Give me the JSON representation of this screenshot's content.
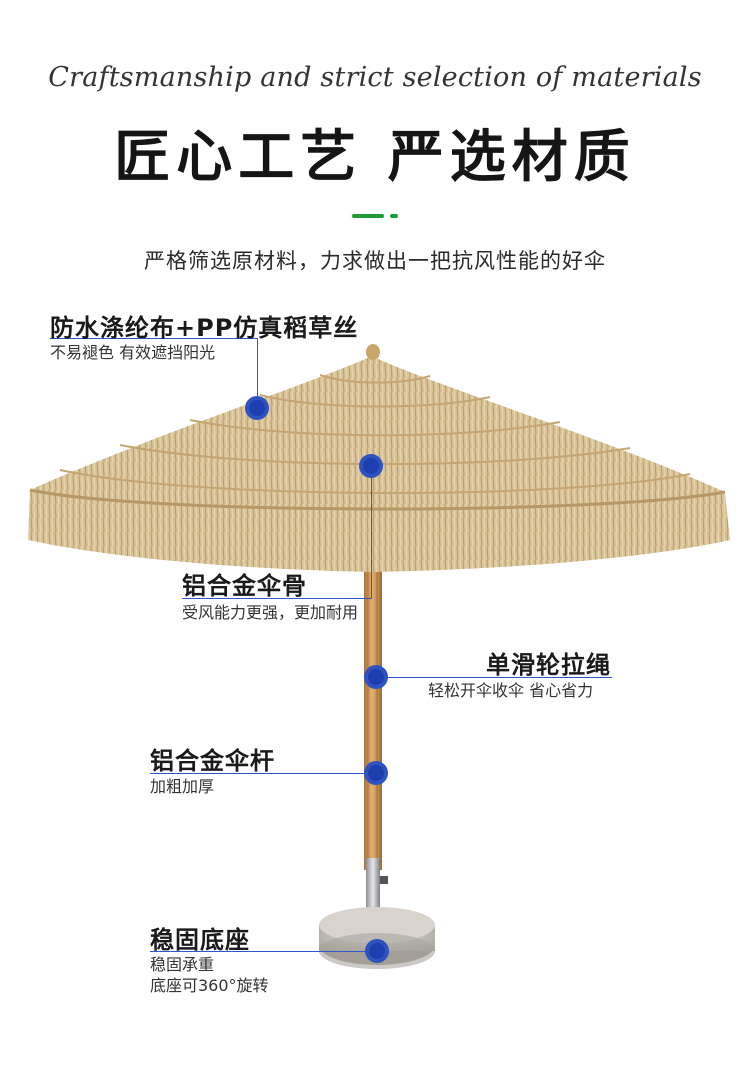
{
  "header": {
    "script_title": "Craftsmanship and strict selection of materials",
    "main_title": "匠心工艺 严选材质",
    "subtitle": "严格筛选原材料，力求做出一把抗风性能的好伞",
    "accent_colors": [
      "#1f9b3a",
      "#1f9b3a"
    ]
  },
  "features": [
    {
      "title": "防水涤纶布+PP仿真稻草丝",
      "desc": [
        "不易褪色 有效遮挡阳光"
      ]
    },
    {
      "title": "铝合金伞骨",
      "desc": [
        "受风能力更强，更加耐用"
      ]
    },
    {
      "title": "单滑轮拉绳",
      "desc": [
        "轻松开伞收伞 省心省力"
      ]
    },
    {
      "title": "铝合金伞杆",
      "desc": [
        "加粗加厚"
      ]
    },
    {
      "title": "稳固底座",
      "desc": [
        "稳固承重",
        "底座可360°旋转"
      ]
    }
  ],
  "colors": {
    "marker": "#1d3fb0",
    "leader_line": "#2f57c8",
    "straw": "#d6bf93",
    "pole": "#c9954f"
  }
}
